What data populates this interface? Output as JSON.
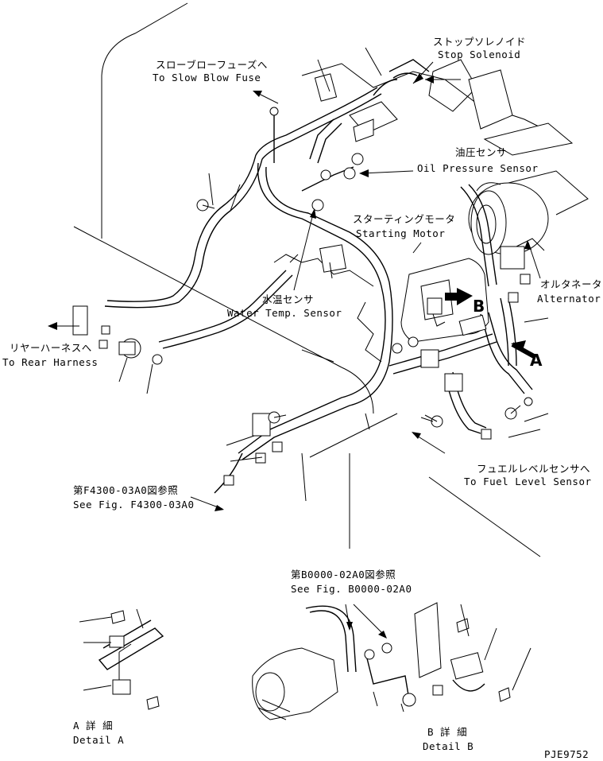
{
  "labels": {
    "stop_solenoid_jp": "ストップソレノイド",
    "stop_solenoid_en": "Stop Solenoid",
    "slow_blow_jp": "スローブローフューズへ",
    "slow_blow_en": "To Slow Blow Fuse",
    "oil_pressure_jp": "油圧センサ",
    "oil_pressure_en": "Oil Pressure Sensor",
    "starting_motor_jp": "スターティングモータ",
    "starting_motor_en": "Starting Motor",
    "alternator_jp": "オルタネータ",
    "alternator_en": "Alternator",
    "water_temp_jp": "水温センサ",
    "water_temp_en": "Water Temp. Sensor",
    "rear_harness_jp": "リヤーハーネスへ",
    "rear_harness_en": "To Rear Harness",
    "fuel_level_jp": "フュエルレベルセンサへ",
    "fuel_level_en": "To Fuel Level Sensor",
    "ref_f4300_jp": "第F4300-03A0図参照",
    "ref_f4300_en": "See Fig. F4300-03A0",
    "ref_b0000_jp": "第B0000-02A0図参照",
    "ref_b0000_en": "See Fig. B0000-02A0",
    "detail_a_jp": "A 詳 細",
    "detail_a_en": "Detail A",
    "detail_b_jp": "B 詳 細",
    "detail_b_en": "Detail B",
    "callout_a": "A",
    "callout_b": "B",
    "drawing_code": "PJE9752"
  }
}
